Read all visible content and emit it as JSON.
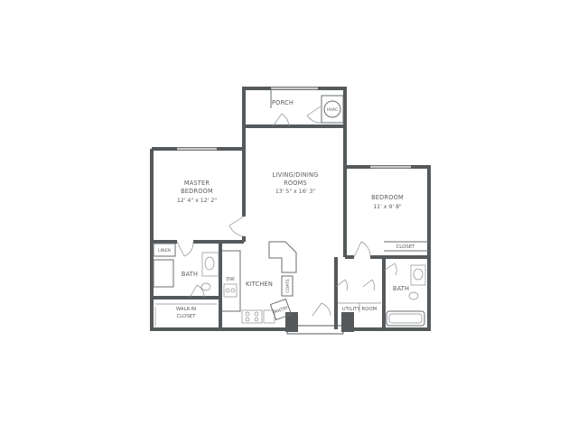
{
  "rooms": {
    "porch": {
      "name": "PORCH"
    },
    "hvac": {
      "name": "HVAC"
    },
    "living": {
      "name_line1": "LIVING/DINING",
      "name_line2": "ROOMS",
      "size": "13' 5\" x 16' 3\""
    },
    "master": {
      "name_line1": "MASTER",
      "name_line2": "BEDROOM",
      "size": "12' 4\" x 12' 2\""
    },
    "bedroom": {
      "name": "BEDROOM",
      "size": "11' x 9' 8\""
    },
    "closet": {
      "name": "CLOSET"
    },
    "linen": {
      "name": "LINEN"
    },
    "bath_master": {
      "name": "BATH"
    },
    "dw": {
      "name": "DW"
    },
    "kitchen": {
      "name": "KITCHEN"
    },
    "coats": {
      "name": "COATS"
    },
    "pantry": {
      "name": "PANTRY"
    },
    "walkin": {
      "name_line1": "WALK-IN",
      "name_line2": "CLOSET"
    },
    "bath_second": {
      "name": "BATH"
    },
    "utility": {
      "name": "UTILITY ROOM"
    }
  },
  "colors": {
    "wall": "#55595b",
    "text": "#5a5d5e",
    "window": "#c8cacb"
  }
}
